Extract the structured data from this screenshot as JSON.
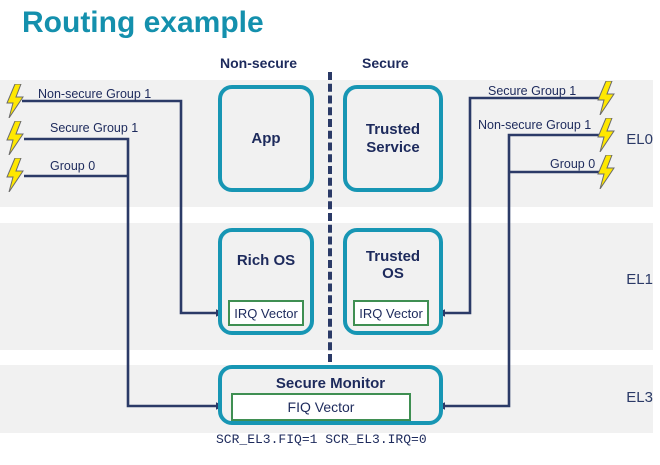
{
  "page": {
    "title": "Routing example"
  },
  "colors": {
    "title_teal": "#1490ad",
    "box_border_teal": "#1796b4",
    "vector_border_green": "#3f8f52",
    "wire_navy": "#2b3a67",
    "text_navy": "#1d2a5c",
    "band_grey": "#f1f1f1",
    "bolt_yellow": "#ffe800"
  },
  "columns": {
    "non_secure": "Non-secure",
    "secure": "Secure"
  },
  "exception_levels": [
    {
      "id": "el0",
      "label": "EL0"
    },
    {
      "id": "el1",
      "label": "EL1"
    },
    {
      "id": "el3",
      "label": "EL3"
    }
  ],
  "boxes": {
    "app": "App",
    "trusted_service": "Trusted\nService",
    "rich_os": "Rich  OS",
    "trusted_os": "Trusted\nOS",
    "secure_monitor": "Secure Monitor"
  },
  "vectors": {
    "irq_non_secure": "IRQ Vector",
    "irq_secure": "IRQ Vector",
    "fiq": "FIQ Vector"
  },
  "signals": {
    "left": [
      {
        "id": "left-non-secure-group-1",
        "label": "Non-secure  Group 1",
        "target": "rich-os-irq-vector"
      },
      {
        "id": "left-secure-group-1",
        "label": "Secure Group 1",
        "target": "secure-monitor-fiq-vector"
      },
      {
        "id": "left-group-0",
        "label": "Group 0",
        "target": "secure-monitor-fiq-vector"
      }
    ],
    "right": [
      {
        "id": "right-secure-group-1",
        "label": "Secure Group 1",
        "target": "trusted-os-irq-vector"
      },
      {
        "id": "right-non-secure-group-1",
        "label": "Non-secure  Group 1",
        "target": "secure-monitor-fiq-vector"
      },
      {
        "id": "right-group-0",
        "label": "Group 0",
        "target": "secure-monitor-fiq-vector"
      }
    ]
  },
  "caption": "SCR_EL3.FIQ=1 SCR_EL3.IRQ=0"
}
